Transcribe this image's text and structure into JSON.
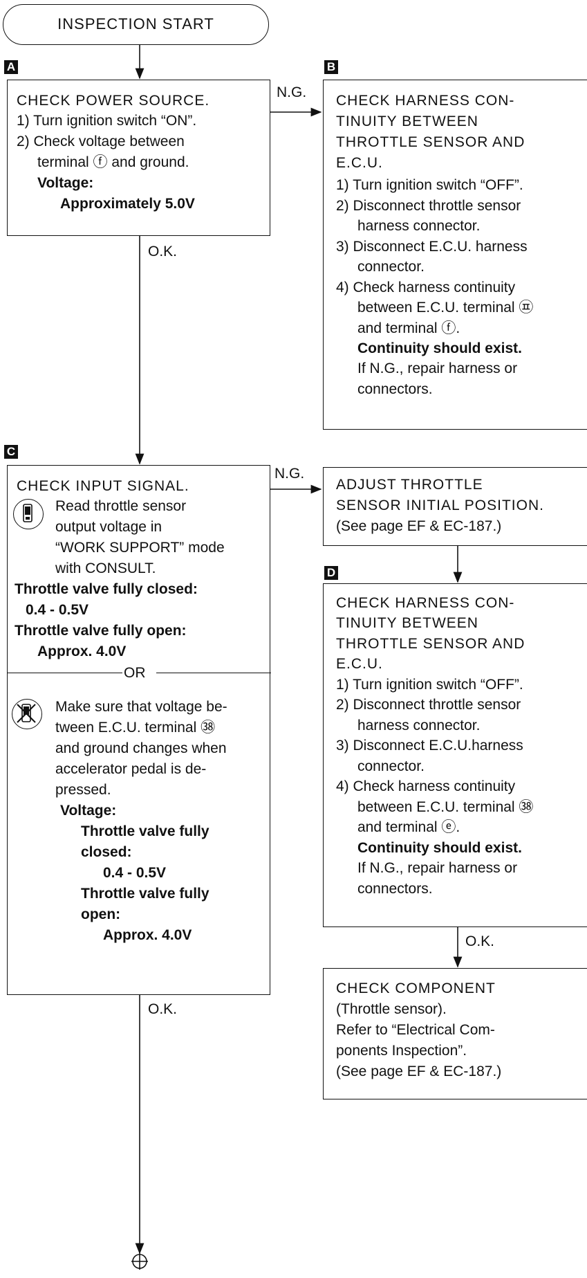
{
  "start": {
    "label": "INSPECTION START"
  },
  "tags": {
    "a": "A",
    "b": "B",
    "c": "C",
    "d": "D"
  },
  "edges": {
    "ng": "N.G.",
    "ok": "O.K.",
    "or": "OR"
  },
  "box_a": {
    "title": "CHECK POWER SOURCE.",
    "lines": [
      "1) Turn ignition switch “ON”.",
      "2) Check voltage between",
      "terminal ⓕ and ground."
    ],
    "bold": [
      "Voltage:",
      "Approximately 5.0V"
    ]
  },
  "box_b": {
    "title": [
      "CHECK HARNESS CON-",
      "TINUITY BETWEEN",
      "THROTTLE SENSOR AND",
      "E.C.U."
    ],
    "lines": [
      "1) Turn ignition switch “OFF”.",
      "2) Disconnect throttle sensor",
      "harness connector.",
      "3) Disconnect E.C.U. harness",
      "connector.",
      "4) Check harness continuity",
      "between E.C.U. terminal ㉬",
      "and terminal ⓕ."
    ],
    "bold": "Continuity should exist.",
    "repair": [
      "If N.G., repair harness or",
      "connectors."
    ]
  },
  "box_c": {
    "title": "CHECK INPUT SIGNAL.",
    "consult_lines": [
      "Read throttle sensor",
      "output voltage in",
      "“WORK SUPPORT” mode",
      "with CONSULT."
    ],
    "bold_lines": [
      "Throttle valve fully closed:",
      "0.4 - 0.5V",
      "Throttle valve fully open:",
      "Approx. 4.0V"
    ],
    "manual_lines": [
      "Make sure that voltage be-",
      "tween E.C.U. terminal ㊳",
      "and ground changes when",
      "accelerator pedal is de-",
      "pressed."
    ],
    "manual_bold": [
      "Voltage:",
      "Throttle valve fully",
      "closed:",
      "0.4 - 0.5V",
      "Throttle valve fully",
      "open:",
      "Approx. 4.0V"
    ]
  },
  "box_adjust": {
    "lines": [
      "ADJUST THROTTLE",
      "SENSOR INITIAL POSITION.",
      "(See page EF & EC-187.)"
    ]
  },
  "box_d": {
    "title": [
      "CHECK HARNESS CON-",
      "TINUITY BETWEEN",
      "THROTTLE SENSOR AND",
      "E.C.U."
    ],
    "lines": [
      "1) Turn ignition switch “OFF”.",
      "2) Disconnect throttle sensor",
      "harness connector.",
      "3) Disconnect E.C.U.harness",
      "connector.",
      "4) Check harness continuity",
      "between E.C.U. terminal ㊳",
      "and terminal ⓔ."
    ],
    "bold": "Continuity should exist.",
    "repair": [
      "If N.G., repair harness or",
      "connectors."
    ]
  },
  "box_component": {
    "lines": [
      "CHECK COMPONENT",
      "(Throttle sensor).",
      "Refer to “Electrical Com-",
      "ponents Inspection”.",
      "(See page EF & EC-187.)"
    ]
  }
}
